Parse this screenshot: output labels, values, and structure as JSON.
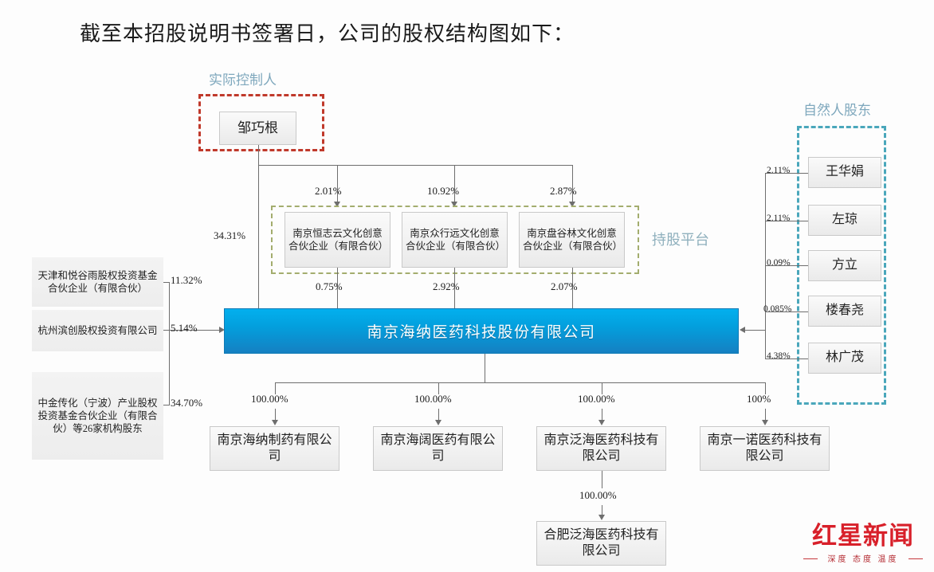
{
  "page": {
    "title": "截至本招股说明书签署日，公司的股权结构图如下："
  },
  "labels": {
    "actual_controller": "实际控制人",
    "holding_platform": "持股平台",
    "natural_person_shareholders": "自然人股东"
  },
  "controller": {
    "name": "邹巧根",
    "direct_pct": "34.31%"
  },
  "platforms": [
    {
      "name": "南京恒志云文化创意合伙企业（有限合伙）",
      "in_pct": "2.01%",
      "out_pct": "0.75%"
    },
    {
      "name": "南京众行远文化创意合伙企业（有限合伙）",
      "in_pct": "10.92%",
      "out_pct": "2.92%"
    },
    {
      "name": "南京盘谷林文化创意合伙企业（有限合伙）",
      "in_pct": "2.87%",
      "out_pct": "2.07%"
    }
  ],
  "institutional_shareholders": [
    {
      "name": "天津和悦谷雨股权投资基金合伙企业（有限合伙）",
      "pct": "11.32%"
    },
    {
      "name": "杭州滨创股权投资有限公司",
      "pct": "5.14%"
    },
    {
      "name": "中金传化（宁波）产业股权投资基金合伙企业（有限合伙）等26家机构股东",
      "pct": "34.70%"
    }
  ],
  "natural_persons": [
    {
      "name": "王华娟",
      "pct": "2.11%"
    },
    {
      "name": "左琼",
      "pct": "2.11%"
    },
    {
      "name": "方立",
      "pct": "0.09%"
    },
    {
      "name": "楼春尧",
      "pct": "0.085%"
    },
    {
      "name": "林广茂",
      "pct": "4.38%"
    }
  ],
  "company": {
    "name": "南京海纳医药科技股份有限公司"
  },
  "subsidiaries": [
    {
      "name": "南京海纳制药有限公司",
      "pct": "100.00%"
    },
    {
      "name": "南京海阔医药有限公司",
      "pct": "100.00%"
    },
    {
      "name": "南京泛海医药科技有限公司",
      "pct": "100.00%"
    },
    {
      "name": "南京一诺医药科技有限公司",
      "pct": "100%"
    }
  ],
  "sub_subsidiary": {
    "name": "合肥泛海医药科技有限公司",
    "pct": "100.00%"
  },
  "watermark": {
    "main": "红星新闻",
    "sub": "深度 态度 温度"
  },
  "colors": {
    "company_bar": "#03a7e6",
    "controller_box_border": "#c0392b",
    "platform_box_border": "#a3ad6e",
    "natural_box_border": "#4aa7bb",
    "group_label": "#7fa8bd",
    "watermark": "#d8202a"
  }
}
